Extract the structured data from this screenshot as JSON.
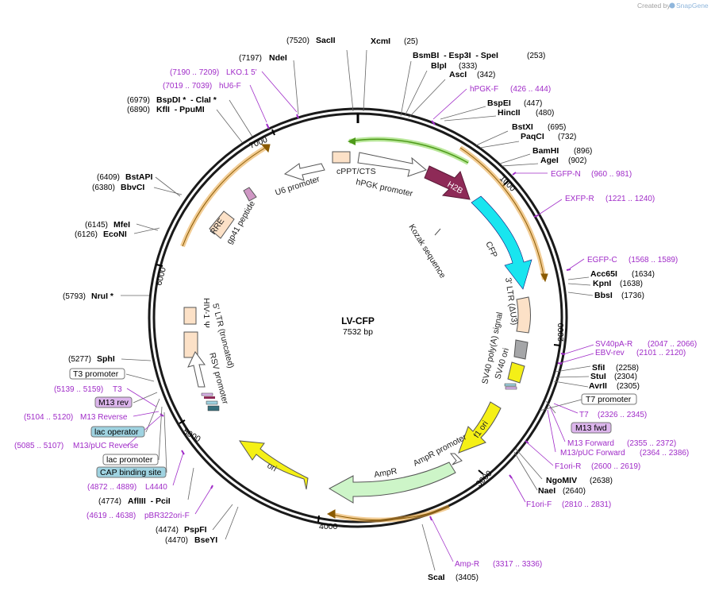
{
  "watermark": {
    "prefix": "Created by",
    "brand": "SnapGene"
  },
  "plasmid": {
    "name": "LV-CFP",
    "size": "7532 bp"
  },
  "ticks": [
    "1000",
    "2000",
    "3000",
    "4000",
    "5000",
    "6000",
    "7000"
  ],
  "enzymes": [
    {
      "pos": "(7520)",
      "name": "SacII"
    },
    {
      "pos": "(25)",
      "name": "XcmI"
    },
    {
      "pos": "(253)",
      "name": "BsmBI  - Esp3I  - SpeI"
    },
    {
      "pos": "(333)",
      "name": "BlpI"
    },
    {
      "pos": "(342)",
      "name": "AscI"
    },
    {
      "pos": "(447)",
      "name": "BspEI"
    },
    {
      "pos": "(480)",
      "name": "HincII"
    },
    {
      "pos": "(695)",
      "name": "BstXI"
    },
    {
      "pos": "(732)",
      "name": "PaqCI"
    },
    {
      "pos": "(896)",
      "name": "BamHI"
    },
    {
      "pos": "(902)",
      "name": "AgeI"
    },
    {
      "pos": "(1634)",
      "name": "Acc65I"
    },
    {
      "pos": "(1638)",
      "name": "KpnI"
    },
    {
      "pos": "(1736)",
      "name": "BbsI"
    },
    {
      "pos": "(2258)",
      "name": "SfiI"
    },
    {
      "pos": "(2304)",
      "name": "StuI"
    },
    {
      "pos": "(2305)",
      "name": "AvrII"
    },
    {
      "pos": "(2638)",
      "name": "NgoMIV"
    },
    {
      "pos": "(2640)",
      "name": "NaeI"
    },
    {
      "pos": "(3405)",
      "name": "ScaI"
    },
    {
      "pos": "(4470)",
      "name": "BseYI"
    },
    {
      "pos": "(4474)",
      "name": "PspFI"
    },
    {
      "pos": "(4774)",
      "name": "AflIII  - PciI"
    },
    {
      "pos": "(5277)",
      "name": "SphI"
    },
    {
      "pos": "(5793)",
      "name": "NruI *"
    },
    {
      "pos": "(6126)",
      "name": "EcoNI"
    },
    {
      "pos": "(6145)",
      "name": "MfeI"
    },
    {
      "pos": "(6380)",
      "name": "BbvCI"
    },
    {
      "pos": "(6409)",
      "name": "BstAPI"
    },
    {
      "pos": "(6890)",
      "name": "KflI  - PpuMI"
    },
    {
      "pos": "(6979)",
      "name": "BspDI *  - ClaI *"
    },
    {
      "pos": "(7197)",
      "name": "NdeI"
    }
  ],
  "primers": [
    {
      "name": "LKO.1 5'",
      "range": "(7190 .. 7209)"
    },
    {
      "name": "hU6-F",
      "range": "(7019 .. 7039)"
    },
    {
      "name": "hPGK-F",
      "range": "(426 .. 444)"
    },
    {
      "name": "EGFP-N",
      "range": "(960 .. 981)"
    },
    {
      "name": "EXFP-R",
      "range": "(1221 .. 1240)"
    },
    {
      "name": "EGFP-C",
      "range": "(1568 .. 1589)"
    },
    {
      "name": "SV40pA-R",
      "range": "(2047 .. 2066)"
    },
    {
      "name": "EBV-rev",
      "range": "(2101 .. 2120)"
    },
    {
      "name": "T7",
      "range": "(2326 .. 2345)"
    },
    {
      "name": "M13 Forward",
      "range": "(2355 .. 2372)"
    },
    {
      "name": "M13/pUC Forward",
      "range": "(2364 .. 2386)"
    },
    {
      "name": "F1ori-R",
      "range": "(2600 .. 2619)"
    },
    {
      "name": "F1ori-F",
      "range": "(2810 .. 2831)"
    },
    {
      "name": "Amp-R",
      "range": "(3317 .. 3336)"
    },
    {
      "name": "pBR322ori-F",
      "range": "(4619 .. 4638)"
    },
    {
      "name": "L4440",
      "range": "(4872 .. 4889)"
    },
    {
      "name": "M13/pUC Reverse",
      "range": "(5085 .. 5107)"
    },
    {
      "name": "M13 Reverse",
      "range": "(5104 .. 5120)"
    },
    {
      "name": "T3",
      "range": "(5139 .. 5159)"
    }
  ],
  "boxed_features": {
    "t7_promoter": "T7 promoter",
    "m13_fwd": "M13 fwd",
    "t3_promoter": "T3 promoter",
    "m13_rev": "M13 rev",
    "lac_operator": "lac operator",
    "lac_promoter": "lac promoter",
    "cap_site": "CAP binding site"
  },
  "features": {
    "cppt": "cPPT/CTS",
    "u6": "U6 promoter",
    "hpgk": "hPGK promoter",
    "h2b": "H2B",
    "kozak": "Kozak sequence",
    "cfp": "CFP",
    "ltr3": "3' LTR (ΔU3)",
    "sv40polya": "SV40 poly(A) signal",
    "sv40ori": "SV40 ori",
    "f1ori": "f1 ori",
    "ampr_promoter": "AmpR promoter",
    "ampr": "AmpR",
    "ori": "ori",
    "rre": "RRE",
    "gp41": "gp41 peptide",
    "hiv_psi": "HIV-1 Ψ",
    "ltr5": "5' LTR (truncated)",
    "rsv": "RSV promoter"
  },
  "colors": {
    "primer": "#a02cc8",
    "orange_bar": "#e8a33d",
    "green_bar": "#4e9a1a",
    "h2b": "#8e2a57",
    "cfp": "#19e5ef",
    "ltr": "#fce1c7",
    "sv40polya": "#a5a6a8",
    "sv40ori": "#f4ef17",
    "yellow": "#f5f016",
    "ampr": "#cdf5c8",
    "lac_operator": "#9fd3e1",
    "m13": "#dcb5ec"
  }
}
